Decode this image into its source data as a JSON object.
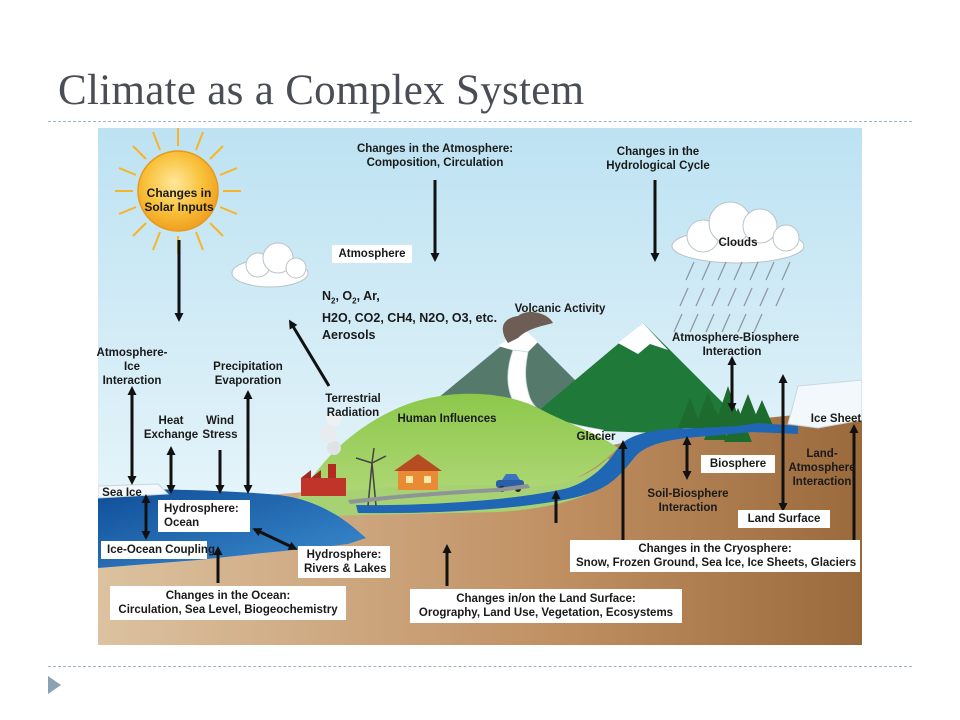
{
  "slide": {
    "title": "Climate as a Complex System"
  },
  "diagram": {
    "sun": {
      "line1": "Changes in",
      "line2": "Solar Inputs"
    },
    "atmosphere_changes": {
      "line1": "Changes in the Atmosphere:",
      "line2": "Composition, Circulation"
    },
    "hydro_cycle_changes": {
      "line1": "Changes in the",
      "line2": "Hydrological Cycle"
    },
    "atmosphere_box": "Atmosphere",
    "clouds": "Clouds",
    "composition": {
      "l1_pre": "N",
      "l1_s1": "2",
      "l1_mid": ", O",
      "l1_s2": "2",
      "l1_post": ", Ar,",
      "l2": "H2O, CO2, CH4, N2O, O3, etc.",
      "l3": "Aerosols"
    },
    "volcanic": "Volcanic Activity",
    "atmo_biosphere": {
      "line1": "Atmosphere-Biosphere",
      "line2": "Interaction"
    },
    "atmo_ice": {
      "line1": "Atmosphere-",
      "line2": "Ice",
      "line3": "Interaction"
    },
    "precip": {
      "line1": "Precipitation",
      "line2": "Evaporation"
    },
    "terrestrial": {
      "line1": "Terrestrial",
      "line2": "Radiation"
    },
    "human": "Human Influences",
    "heat": {
      "line1": "Heat",
      "line2": "Exchange"
    },
    "wind": {
      "line1": "Wind",
      "line2": "Stress"
    },
    "glacier": "Glacier",
    "ice_sheet": "Ice Sheet",
    "land_atmo": {
      "line1": "Land-",
      "line2": "Atmosphere",
      "line3": "Interaction"
    },
    "biosphere": "Biosphere",
    "sea_ice": "Sea Ice",
    "hydro_ocean": {
      "line1": "Hydrosphere:",
      "line2": "Ocean"
    },
    "soil_bio": {
      "line1": "Soil-Biosphere",
      "line2": "Interaction"
    },
    "land_surface": "Land Surface",
    "ice_ocean": "Ice-Ocean Coupling",
    "hydro_rivers": {
      "line1": "Hydrosphere:",
      "line2": "Rivers & Lakes"
    },
    "cryo_changes": {
      "line1": "Changes in the Cryosphere:",
      "line2": "Snow, Frozen Ground, Sea Ice, Ice Sheets, Glaciers"
    },
    "ocean_changes": {
      "line1": "Changes in the Ocean:",
      "line2": "Circulation, Sea Level, Biogeochemistry"
    },
    "land_changes": {
      "line1": "Changes in/on the Land Surface:",
      "line2": "Orography, Land Use, Vegetation, Ecosystems"
    }
  },
  "colors": {
    "sky_top": "#bfe3f2",
    "ocean": "#1c5fa8",
    "land": "#b78a5c",
    "grass": "#8cc84b",
    "mountain": "#1f7a3a",
    "sun": "#f7b428"
  }
}
